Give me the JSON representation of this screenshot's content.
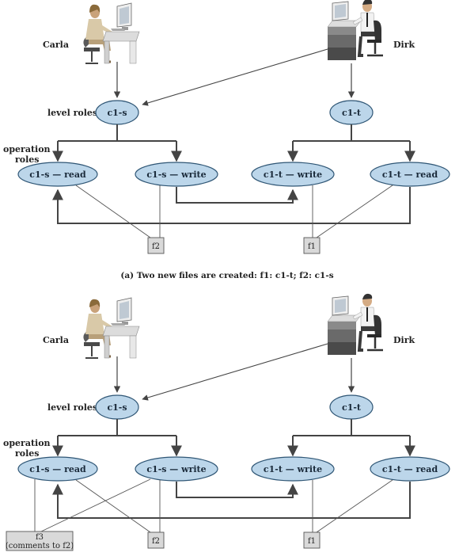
{
  "panel_a": {
    "users": {
      "left": "Carla",
      "right": "Dirk"
    },
    "labels": {
      "level_roles": "level roles",
      "operation_roles_line1": "operation",
      "operation_roles_line2": "roles"
    },
    "level_nodes": {
      "left": "c1-s",
      "right": "c1-t"
    },
    "op_nodes": {
      "s_read": "c1-s — read",
      "s_write": "c1-s — write",
      "t_write": "c1-t — write",
      "t_read": "c1-t — read"
    },
    "files": {
      "f2": "f2",
      "f1": "f1"
    },
    "caption": "(a) Two new files are created: f1: c1-t; f2: c1-s"
  },
  "panel_b": {
    "users": {
      "left": "Carla",
      "right": "Dirk"
    },
    "labels": {
      "level_roles": "level roles",
      "operation_roles_line1": "operation",
      "operation_roles_line2": "roles"
    },
    "level_nodes": {
      "left": "c1-s",
      "right": "c1-t"
    },
    "op_nodes": {
      "s_read": "c1-s — read",
      "s_write": "c1-s — write",
      "t_write": "c1-t — write",
      "t_read": "c1-t — read"
    },
    "files": {
      "f3_line1": "f3",
      "f3_line2": "(comments to f2)",
      "f2": "f2",
      "f1": "f1"
    }
  },
  "colors": {
    "node_fill": "#bcd6ea",
    "node_stroke": "#2f5675",
    "line": "#444444",
    "file_fill": "#d9d9d9"
  }
}
